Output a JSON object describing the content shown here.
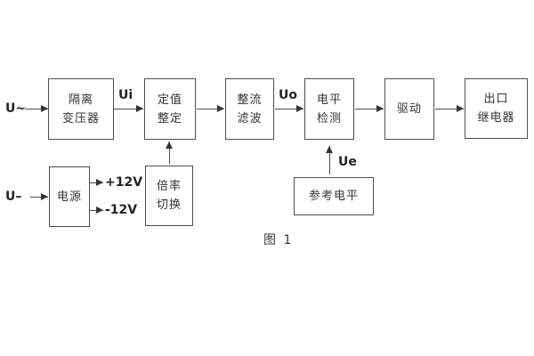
{
  "caption": "图 1",
  "boxes": {
    "isolation_transformer": {
      "line1": "隔离",
      "line2": "变压器"
    },
    "setting_adjust": {
      "line1": "定值",
      "line2": "整定"
    },
    "rectifier_filter": {
      "line1": "整流",
      "line2": "滤波"
    },
    "level_detect": {
      "line1": "电平",
      "line2": "检测"
    },
    "drive": {
      "label": "驱动"
    },
    "output_relay": {
      "line1": "出口",
      "line2": "继电器"
    },
    "power_supply": {
      "label": "电源"
    },
    "ratio_switch": {
      "line1": "倍率",
      "line2": "切换"
    },
    "reference_level": {
      "label": "参考电平"
    }
  },
  "signals": {
    "ac_input": "U~",
    "dc_input": "U–",
    "ui": "Ui",
    "uo": "Uo",
    "ue": "Ue",
    "plus12v": "+12V",
    "minus12v": "-12V"
  },
  "colors": {
    "line": "#4d4d4d",
    "text": "#333333",
    "background": "#ffffff"
  }
}
